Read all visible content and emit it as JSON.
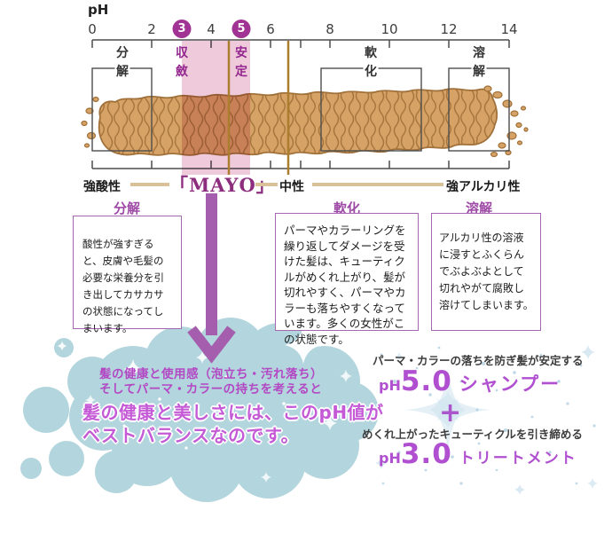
{
  "title": {
    "ph_label": "pH"
  },
  "scale": {
    "axis_min": 0,
    "axis_max": 14,
    "ticks": [
      {
        "label": "0",
        "ph": 0,
        "circled": false
      },
      {
        "label": "2",
        "ph": 2,
        "circled": false
      },
      {
        "label": "3",
        "ph": 3,
        "circled": true
      },
      {
        "label": "4",
        "ph": 4,
        "circled": false
      },
      {
        "label": "5",
        "ph": 5,
        "circled": true
      },
      {
        "label": "6",
        "ph": 6,
        "circled": false
      },
      {
        "label": "8",
        "ph": 8,
        "circled": false
      },
      {
        "label": "10",
        "ph": 10,
        "circled": false
      },
      {
        "label": "12",
        "ph": 12,
        "circled": false
      },
      {
        "label": "14",
        "ph": 14,
        "circled": false
      }
    ],
    "zones": [
      {
        "label": "分解",
        "tone": "dark",
        "ph_center": 1
      },
      {
        "label": "収斂",
        "tone": "purple",
        "ph_center": 3
      },
      {
        "label": "安定",
        "tone": "purple",
        "ph_center": 5
      },
      {
        "label": "軟化",
        "tone": "dark",
        "ph_center": 9.3
      },
      {
        "label": "溶解",
        "tone": "dark",
        "ph_center": 13
      }
    ],
    "highlight_band_ph": [
      3.0,
      5.3
    ],
    "gold_marker_ph": [
      4.6,
      6.6
    ]
  },
  "legend_row": {
    "strong_acid": "強酸性",
    "product_name": "「MAYO」",
    "neutral": "中性",
    "strong_alkali": "強アルカリ性"
  },
  "info_boxes": [
    {
      "header": "分解",
      "body": "酸性が強すぎると、皮膚や毛髪の必要な栄養分を引き出してカサカサの状態になってしまいます。"
    },
    {
      "header": "軟化",
      "body": "パーマやカラーリングを繰り返してダメージを受けた髪は、キューティクルがめくれ上がり、髪が切れやすく、パーマやカラーも落ちやすくなっています。多くの女性がこの状態です。"
    },
    {
      "header": "溶解",
      "body": "アルカリ性の溶液に浸すとふくらんでぶよぶよとして切れやがて腐敗し溶けてしまいます。"
    }
  ],
  "cloud": {
    "line1": "髪の健康と使用感（泡立ち・汚れ落ち）",
    "line2": "そしてパーマ・カラーの持ちを考えると",
    "headline1": "髪の健康と美しさには、このpH値が",
    "headline2": "ベストバランスなのです。"
  },
  "products": {
    "shampoo_caption": "パーマ・カラーの落ちを防ぎ髪が安定する",
    "shampoo_ph_prefix": "pH",
    "shampoo_ph_value": "5.0",
    "shampoo_name": "シャンプー",
    "plus": "+",
    "treatment_caption": "めくれ上がったキューティクルを引き締める",
    "treatment_ph_prefix": "pH",
    "treatment_ph_value": "3.0",
    "treatment_name": "トリートメント"
  },
  "colors": {
    "circle_purple": "#a13394",
    "zone_purple": "#93278f",
    "mayo_purple": "#8c2d7e",
    "box_border_purple": "#a368b0",
    "headline_magenta": "#c55ad6",
    "product_purple": "#b04fd0",
    "hair_tan": "#d7a265",
    "hair_outline": "#a0713a",
    "pink_band": "#d2739c",
    "gold_line": "#ab7d2f",
    "tan_line": "#d9c298",
    "cloud_blue": "#b3d5dd"
  }
}
